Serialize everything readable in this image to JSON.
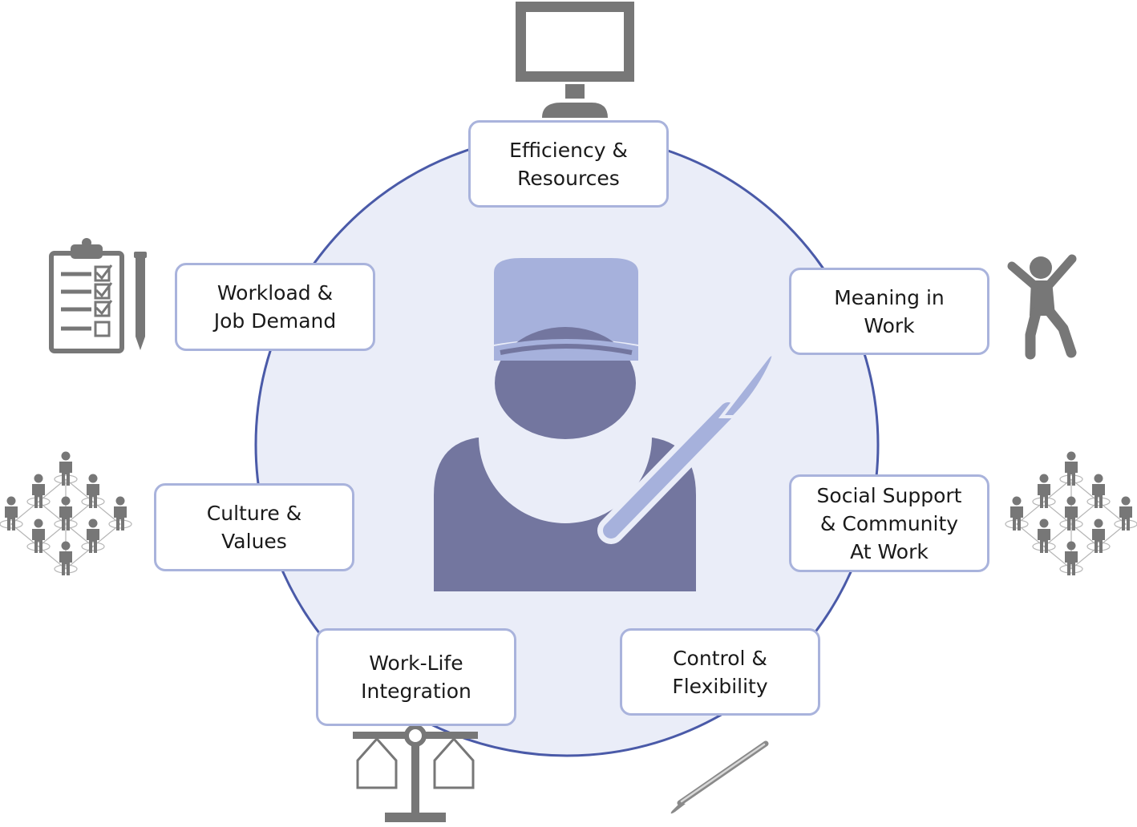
{
  "diagram": {
    "center": {
      "icon": "surgeon-icon",
      "tool_icon": "scalpel-icon"
    },
    "nodes": [
      {
        "key": "efficiency",
        "label": "Efficiency &\nResources",
        "icon": "computer-monitor-icon"
      },
      {
        "key": "meaning",
        "label": "Meaning in\nWork",
        "icon": "jumping-person-icon"
      },
      {
        "key": "social",
        "label": "Social Support\n& Community\nAt Work",
        "icon": "people-network-icon"
      },
      {
        "key": "control",
        "label": "Control &\nFlexibility",
        "icon": "scalpel-icon"
      },
      {
        "key": "worklife",
        "label": "Work-Life\nIntegration",
        "icon": "balance-scale-icon"
      },
      {
        "key": "culture",
        "label": "Culture &\nValues",
        "icon": "people-network-icon"
      },
      {
        "key": "workload",
        "label": "Workload &\nJob Demand",
        "icon": "clipboard-checklist-icon"
      }
    ],
    "colors": {
      "circle_fill": "#eaedf8",
      "circle_stroke": "#4a5aa8",
      "node_border": "#a9b3dc",
      "surgeon_body": "#73769f",
      "surgeon_cap": "#a6b1dc",
      "icon_gray": "#777777"
    }
  }
}
